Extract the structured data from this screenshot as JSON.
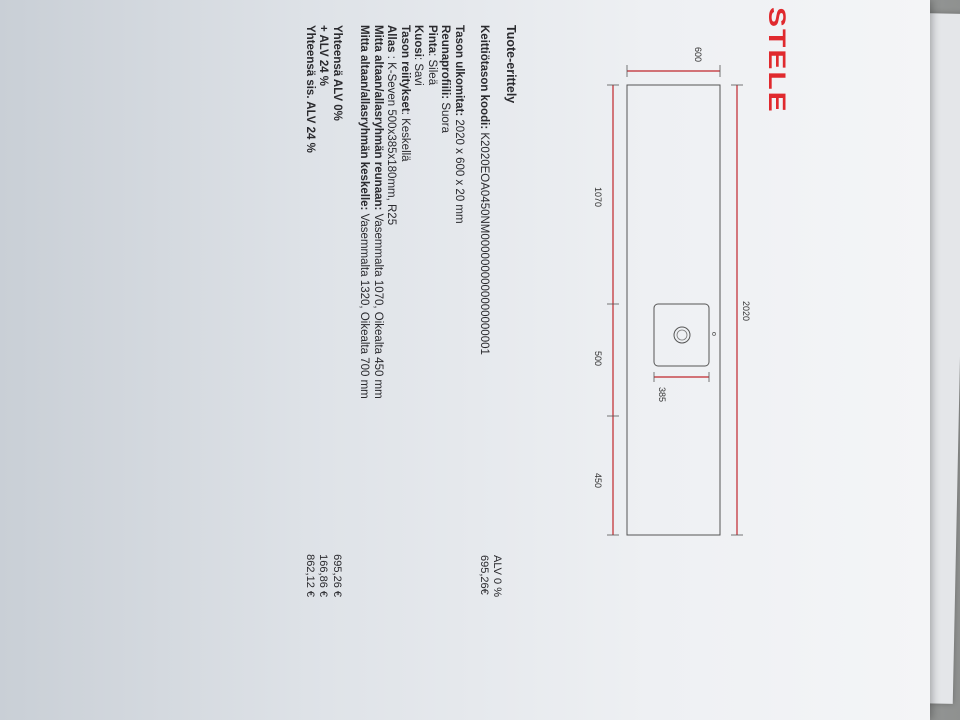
{
  "brand": {
    "logo_text": "STELE",
    "accent": "#e0292e"
  },
  "drawing": {
    "dim_total_width": "2020",
    "dim_depth": "600",
    "dim_left": "1070",
    "dim_sink": "500",
    "dim_right": "450",
    "dim_sink_depth": "385",
    "faucet_mark": "o"
  },
  "spec": {
    "title": "Tuote-erittely",
    "code_label": "Keittiötason koodi",
    "code_value": "K2020EOA0450NM0000000000000000001",
    "vat_header": "ALV 0 %",
    "code_price": "695,26€",
    "rows": [
      {
        "label": "Tason ulkomitat",
        "value": "2020 x 600 x 20 mm"
      },
      {
        "label": "Reunaprofiili",
        "value": "Suora"
      },
      {
        "label": "Pinta",
        "value": "Sileä"
      },
      {
        "label": "Kuosi",
        "value": "Savi"
      },
      {
        "label": "Tason reiitykset",
        "value": "Keskellä"
      },
      {
        "label": "Allas ",
        "value": "K-Seven 500x385x180mm, R25"
      },
      {
        "label": "Mitta altaan/allasryhmän reunaan",
        "value": "Vasemmalta 1070, Oikealta 450 mm"
      },
      {
        "label": "Mitta altaan/allasryhmän keskelle",
        "value": "Vasemmalta 1320, Oikealta 700 mm"
      }
    ]
  },
  "totals": {
    "rows": [
      {
        "label": "Yhteensä ALV 0%",
        "value": "695,26 €"
      },
      {
        "label": "+ ALV 24 %",
        "value": "166,86 €"
      },
      {
        "label": "Yhteensä sis. ALV 24 %",
        "value": "862,12 €"
      }
    ]
  }
}
